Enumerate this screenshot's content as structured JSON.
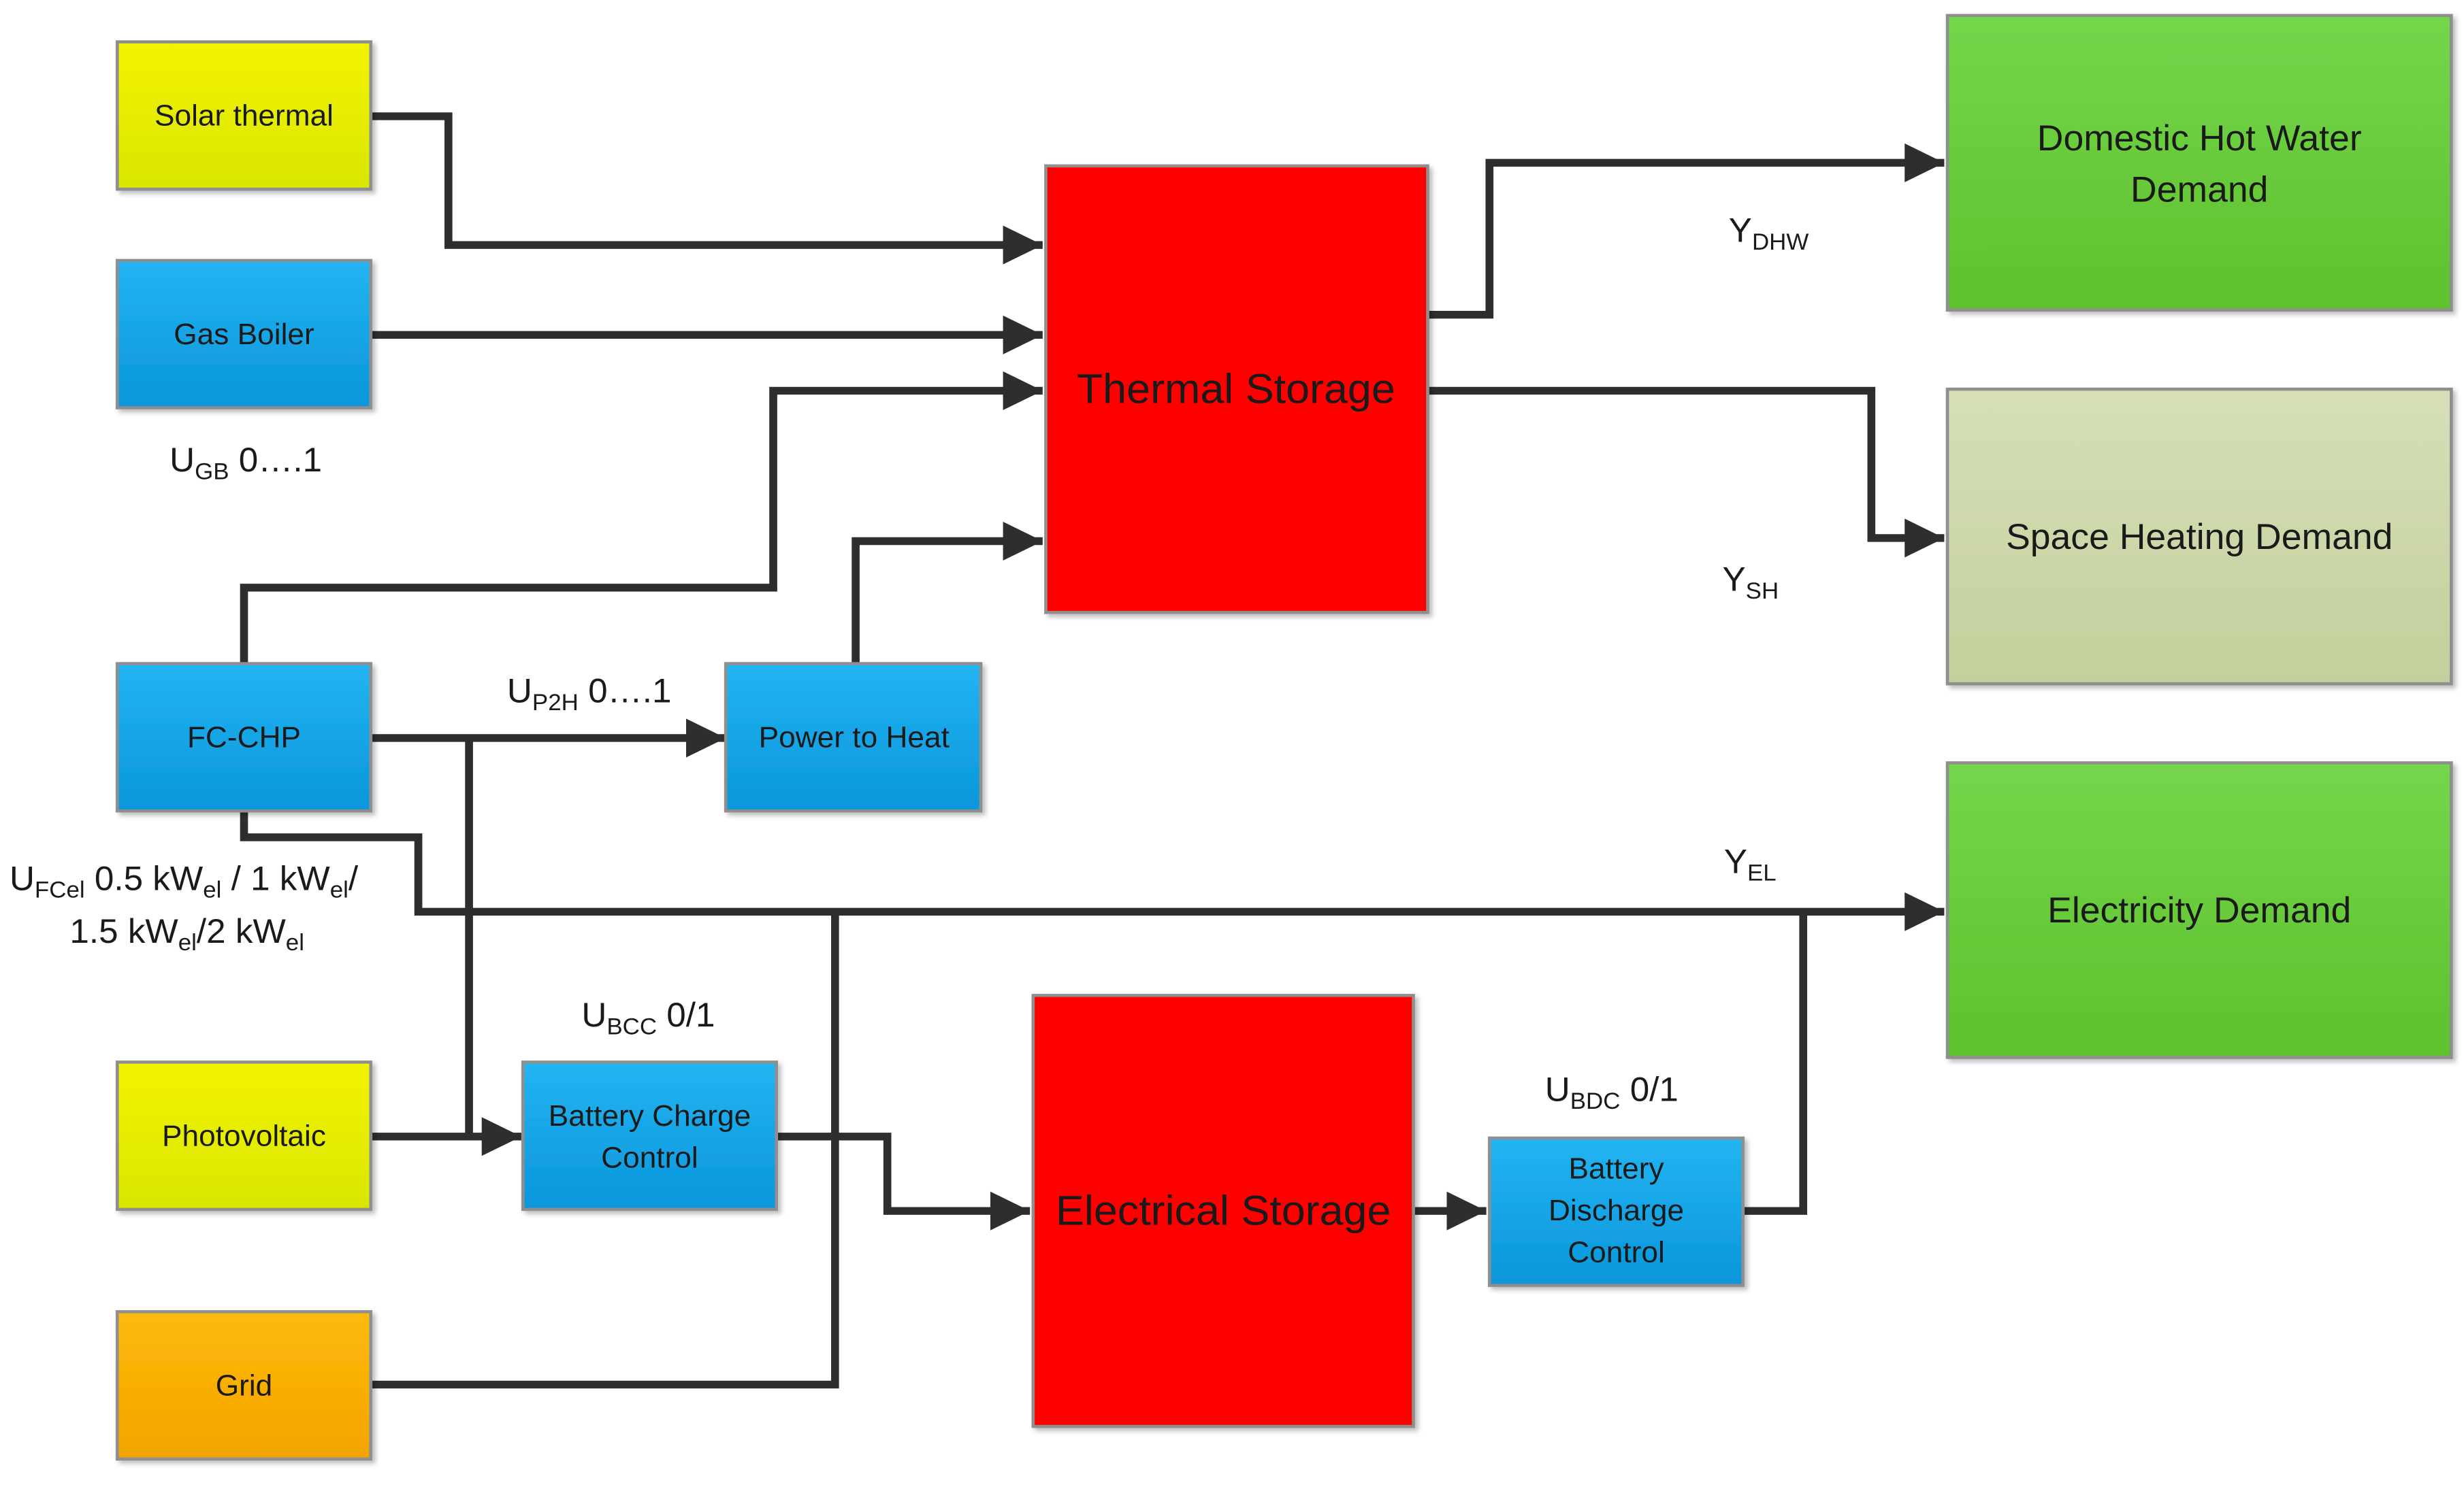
{
  "colors": {
    "yellow_top": "#f3f300",
    "yellow_bottom": "#d9e600",
    "blue_top": "#23b4f2",
    "blue_bottom": "#0a96db",
    "orange_top": "#fdbb0a",
    "orange_bottom": "#f4a300",
    "red": "#ff0000",
    "green_top": "#74d64a",
    "green_bottom": "#5ec12e",
    "olive_top": "#d6dfb8",
    "olive_bottom": "#c3cf9c",
    "line": "#2e2e2e"
  },
  "blocks": {
    "solar_thermal": "Solar thermal",
    "gas_boiler": "Gas Boiler",
    "fc_chp": "FC-CHP",
    "photovoltaic": "Photovoltaic",
    "grid": "Grid",
    "power_to_heat": "Power to Heat",
    "battery_charge_control": [
      "Battery Charge",
      "Control"
    ],
    "battery_discharge_control": [
      "Battery",
      "Discharge",
      "Control"
    ],
    "thermal_storage": "Thermal Storage",
    "electrical_storage": "Electrical Storage",
    "dhw_demand": [
      "Domestic Hot Water",
      "Demand"
    ],
    "space_heating_demand": "Space Heating Demand",
    "electricity_demand": "Electricity Demand"
  },
  "labels": {
    "u_gb": {
      "main": "U",
      "sub": "GB",
      "rest": " 0….1"
    },
    "u_p2h": {
      "main": "U",
      "sub": "P2H",
      "rest": " 0….1"
    },
    "u_fcel": {
      "main": "U",
      "sub": "FCel",
      "line1_rest_a": " 0.5 kW",
      "el_a": "el",
      "line1_rest_b": " / 1 kW",
      "el_b": "el",
      "line1_rest_c": "/",
      "line2_a": "1.5 kW",
      "el_c": "el",
      "line2_b": "/2 kW",
      "el_d": "el"
    },
    "u_bcc": {
      "main": "U",
      "sub": "BCC",
      "rest": " 0/1"
    },
    "u_bdc": {
      "main": "U",
      "sub": "BDC",
      "rest": " 0/1"
    },
    "y_dhw": {
      "main": "Y",
      "sub": "DHW"
    },
    "y_sh": {
      "main": "Y",
      "sub": "SH"
    },
    "y_el": {
      "main": "Y",
      "sub": "EL"
    }
  }
}
